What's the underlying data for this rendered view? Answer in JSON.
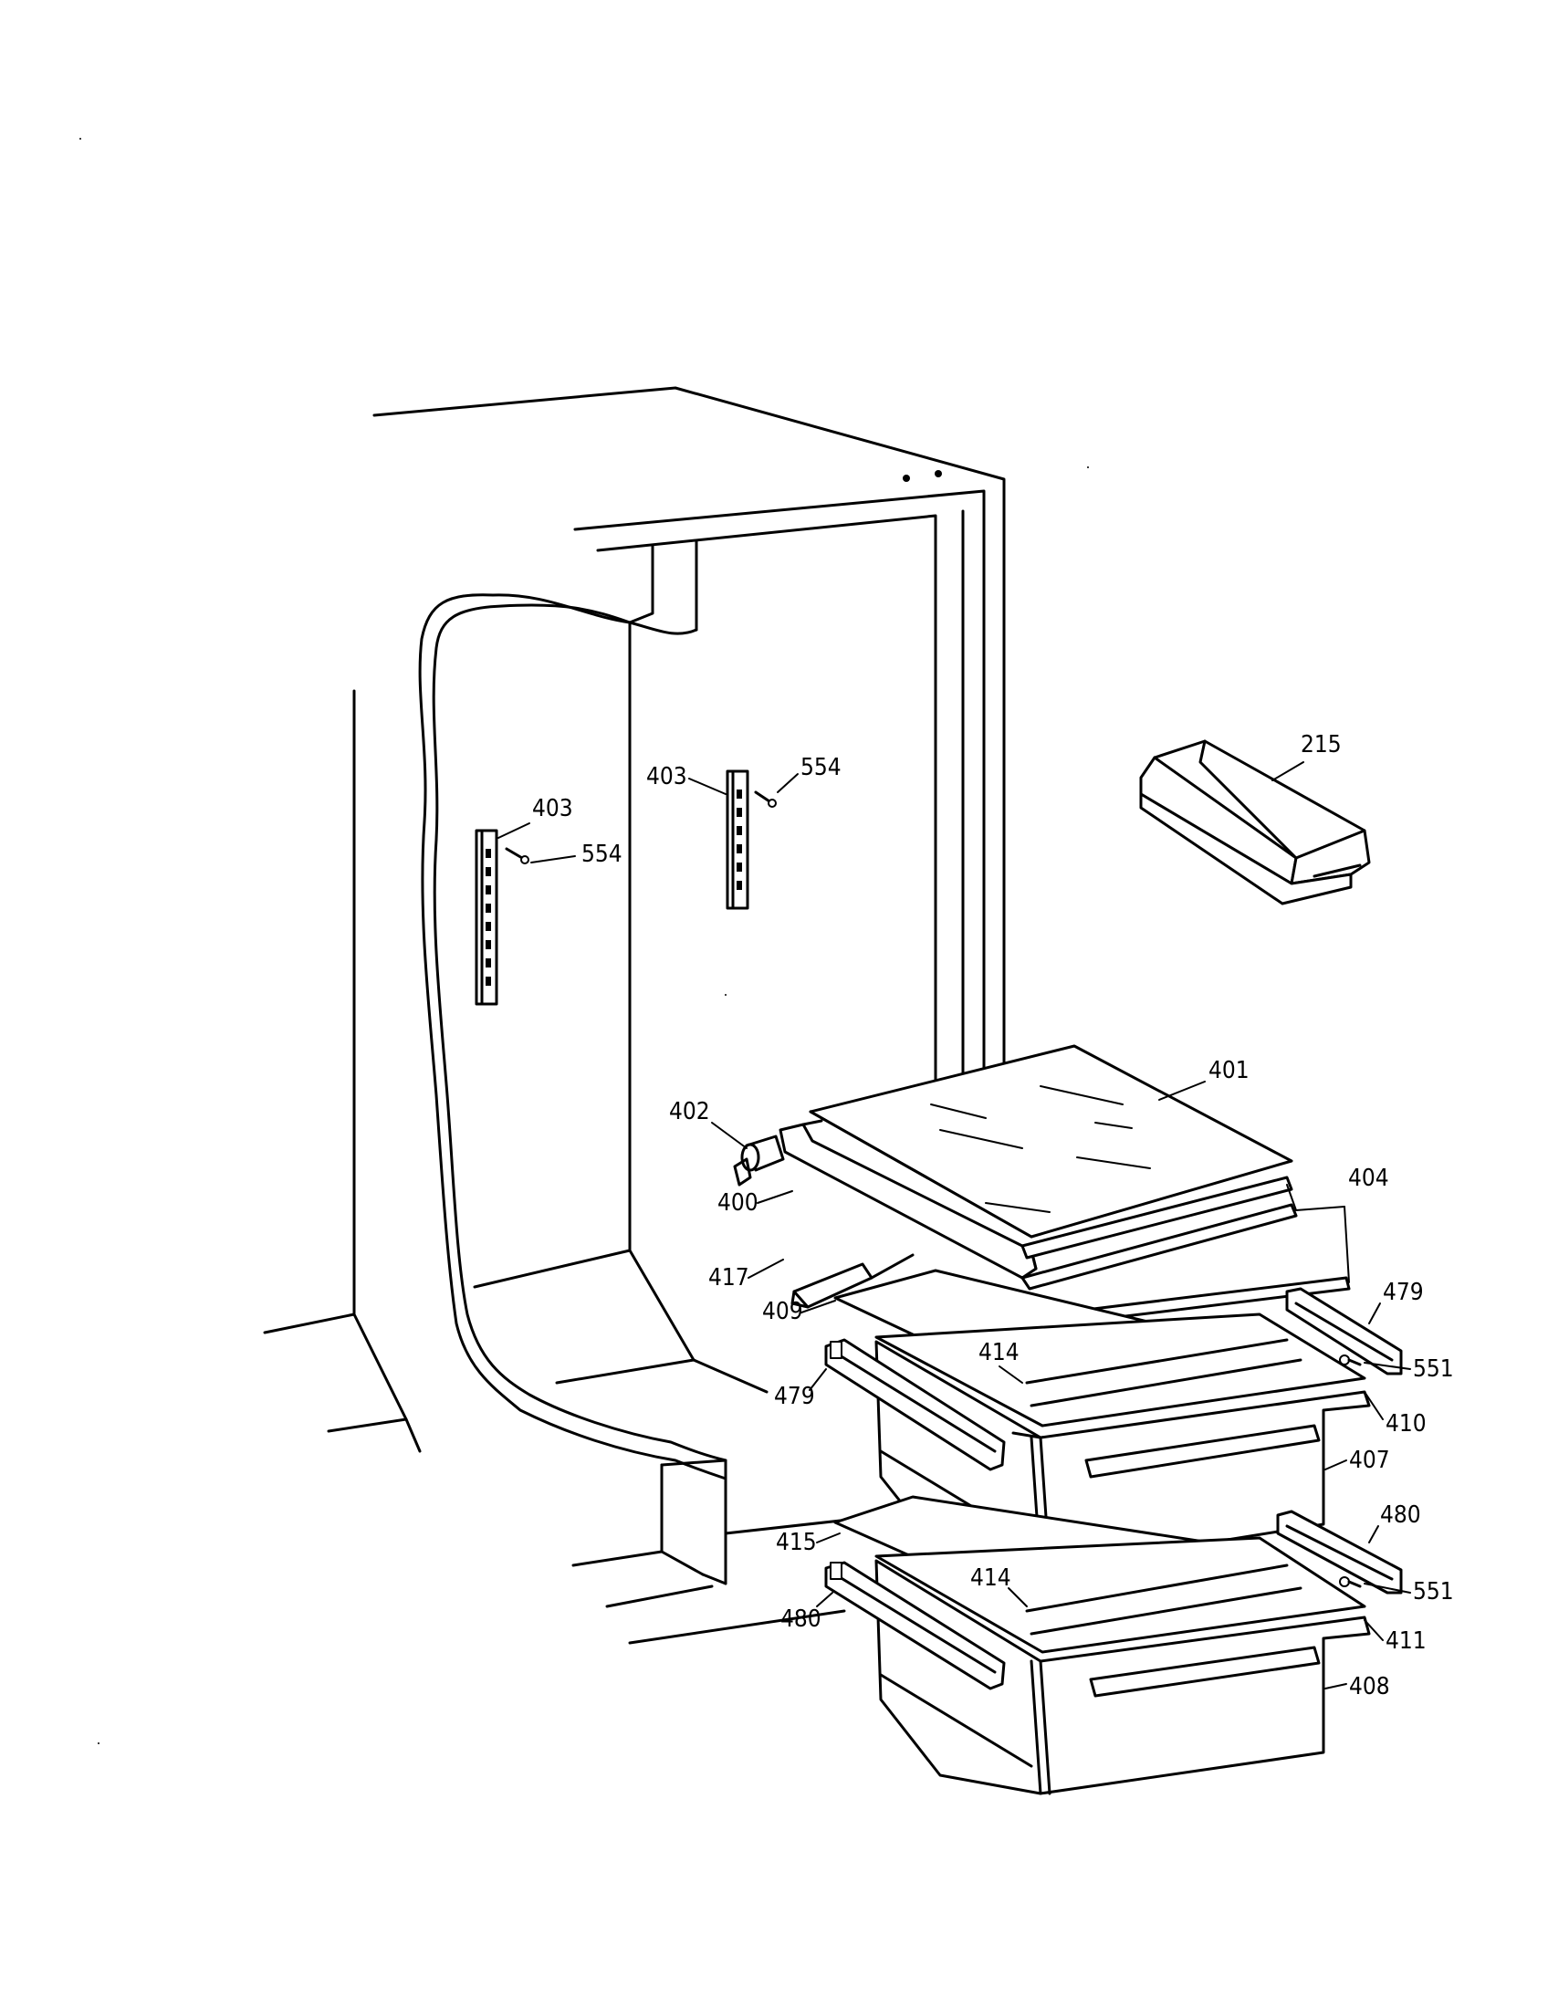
{
  "callouts": {
    "c215": "215",
    "c403a": "403",
    "c554a": "554",
    "c403b": "403",
    "c554b": "554",
    "c401": "401",
    "c402": "402",
    "c400": "400",
    "c404": "404",
    "c417": "417",
    "c409": "409",
    "c479a": "479",
    "c414a": "414",
    "c551a": "551",
    "c479b": "479",
    "c410": "410",
    "c407": "407",
    "c480a": "480",
    "c415": "415",
    "c414b": "414",
    "c551b": "551",
    "c480b": "480",
    "c411": "411",
    "c408": "408"
  }
}
